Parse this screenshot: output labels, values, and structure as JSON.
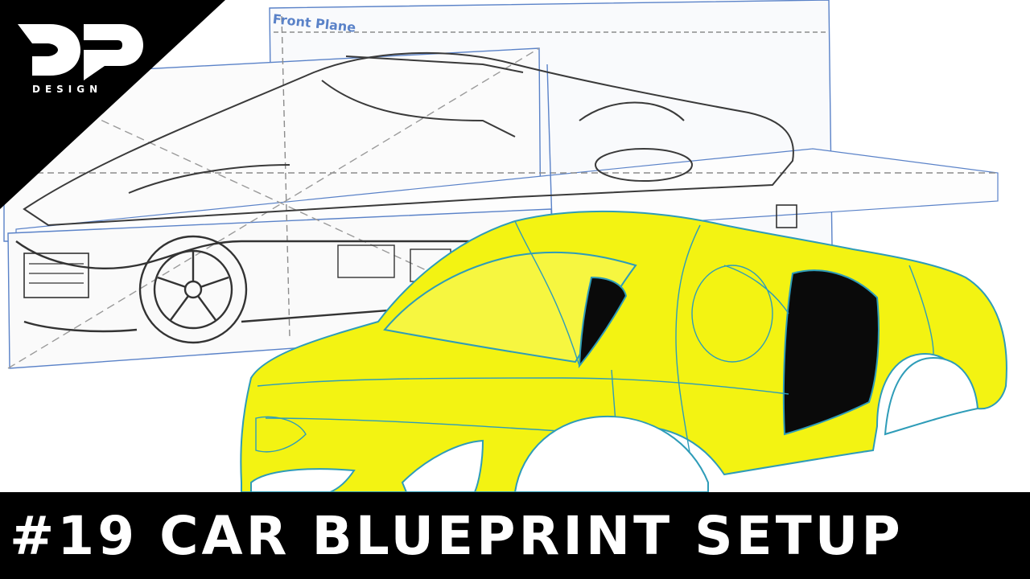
{
  "logo": {
    "wordmark": "DESIGN",
    "icon": "dp-monogram-logo"
  },
  "scene": {
    "plane_label": "Front Plane",
    "colors": {
      "car_body": "#f3f312",
      "surface_edges": "#2e9cb8",
      "plane_edges": "#5a82c8",
      "sketch_lines": "#3a3a3a",
      "windows": "#0a0a0a",
      "title_bar": "#000000",
      "title_text": "#ffffff"
    }
  },
  "title": {
    "text": "#19 CAR BLUEPRINT SETUP"
  }
}
